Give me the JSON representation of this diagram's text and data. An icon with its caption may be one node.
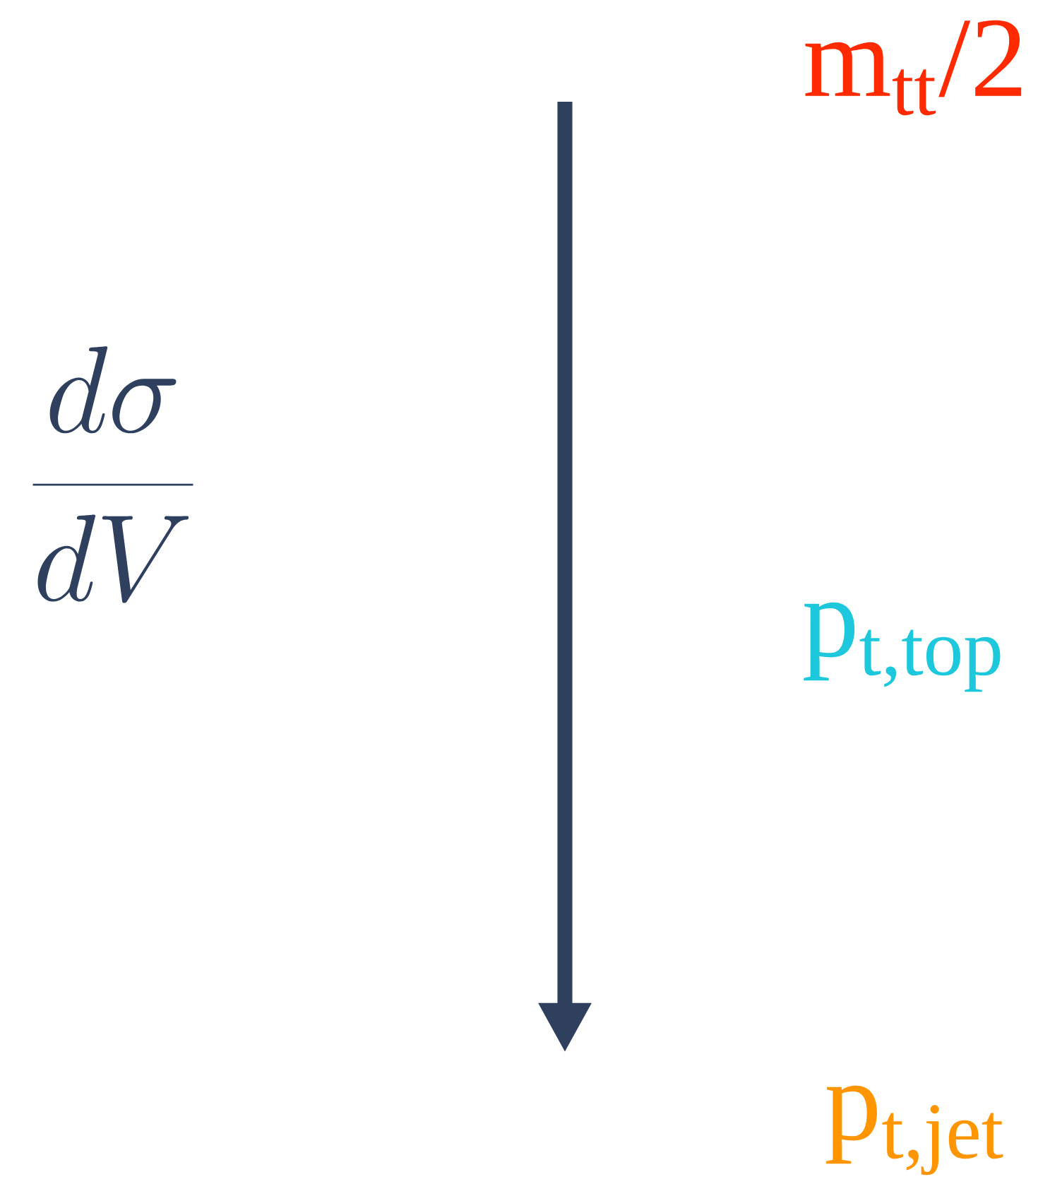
{
  "diagram": {
    "labels": [
      "\\frac{d\\sigma}{dV}",
      "m$_{tt}$/2",
      "p$_{t,top}$",
      "p$_{t,jet}$"
    ]
  }
}
